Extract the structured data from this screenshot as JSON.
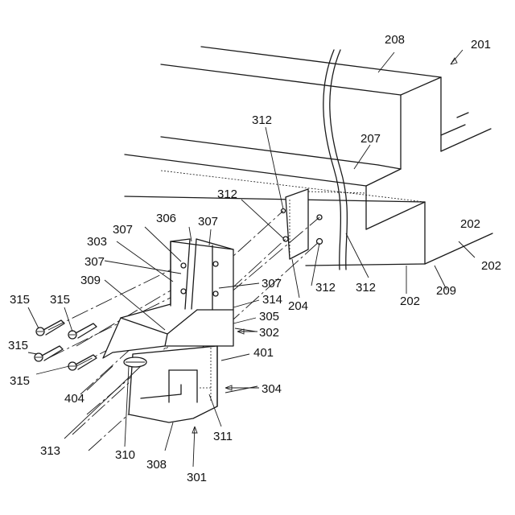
{
  "labels": {
    "l201": "201",
    "l202a": "202",
    "l202b": "202",
    "l204": "204",
    "l207": "207",
    "l208": "208",
    "l209": "209",
    "l301": "301",
    "l302": "302",
    "l303": "303",
    "l304": "304",
    "l305": "305",
    "l306": "306",
    "l307a": "307",
    "l307b": "307",
    "l307c": "307",
    "l307d": "307",
    "l308": "308",
    "l309": "309",
    "l310": "310",
    "l311": "311",
    "l312a": "312",
    "l312b": "312",
    "l312c": "312",
    "l312d": "312",
    "l313": "313",
    "l314": "314",
    "l315a": "315",
    "l315b": "315",
    "l315c": "315",
    "l315d": "315",
    "l401": "401",
    "l404": "404"
  }
}
